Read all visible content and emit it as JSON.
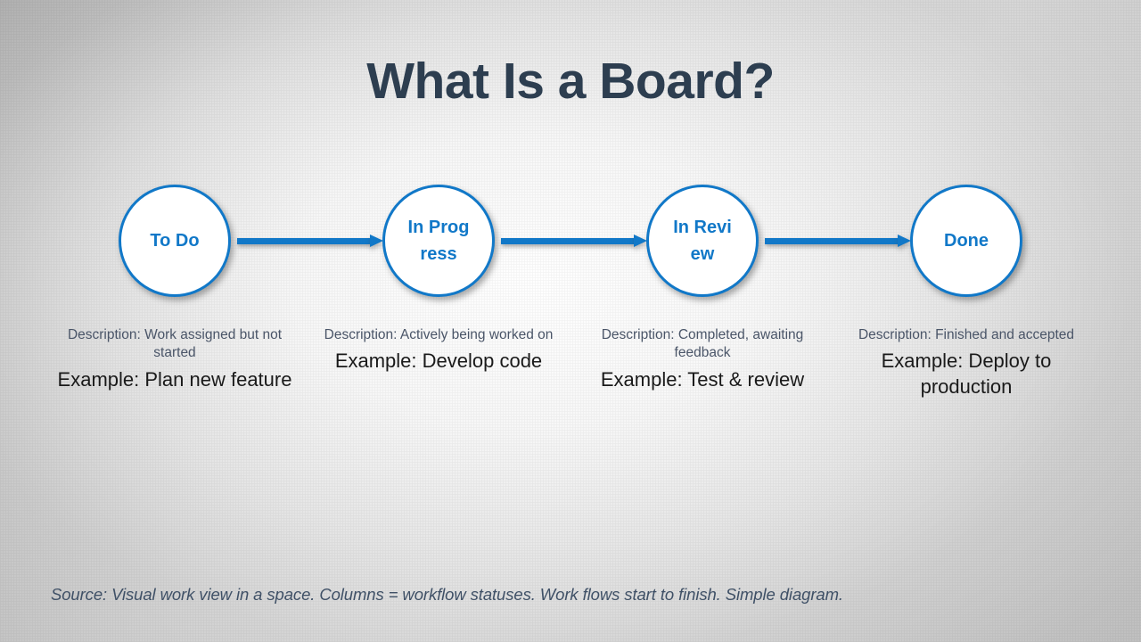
{
  "slide": {
    "title": "What Is a Board?",
    "source_note": "Source: Visual work view in a space. Columns = workflow statuses. Work flows start to finish. Simple diagram.",
    "colors": {
      "accent": "#1178c8",
      "title": "#2d3e50",
      "description": "#4a5568",
      "example": "#1a1a1a",
      "node_fill": "#ffffff",
      "background_corner": "#a8a8a8",
      "background_center": "#f2f2f2"
    }
  },
  "flow": {
    "nodes": [
      {
        "label": "To Do",
        "description": "Description: Work assigned but not started",
        "example": "Example: Plan new feature"
      },
      {
        "label": "In Progress",
        "description": "Description: Actively being worked on",
        "example": "Example: Develop code"
      },
      {
        "label": "In Review",
        "description": "Description: Completed, awaiting feedback",
        "example": "Example: Test & review"
      },
      {
        "label": "Done",
        "description": "Description: Finished and accepted",
        "example": "Example: Deploy to production"
      }
    ],
    "connectors": [
      {
        "icon": "arrow-right-icon"
      },
      {
        "icon": "arrow-right-icon"
      },
      {
        "icon": "arrow-right-icon"
      }
    ]
  }
}
